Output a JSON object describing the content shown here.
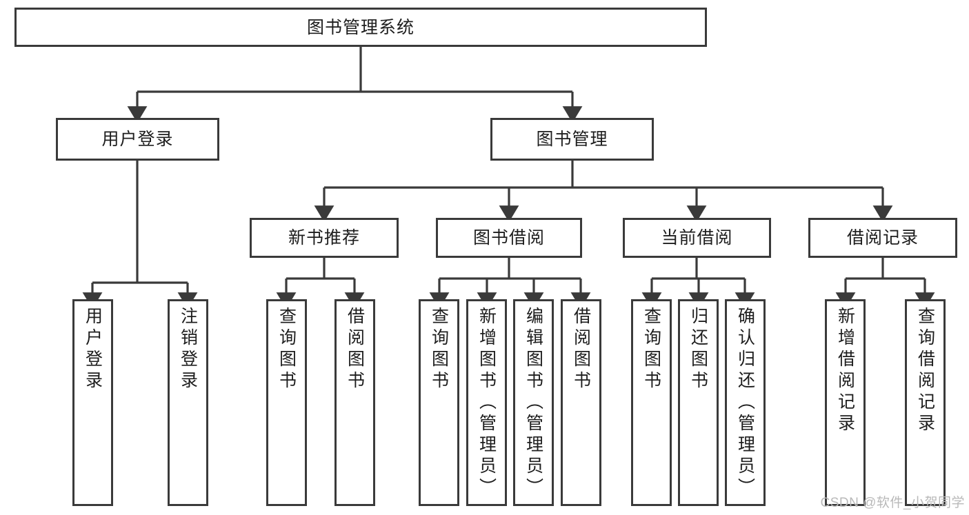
{
  "diagram": {
    "title": "图书管理系统",
    "type": "tree-hierarchy-diagram",
    "colors": {
      "box_border": "#3a3a3a",
      "box_fill": "#ffffff",
      "edge": "#3a3a3a",
      "text": "#1d1d1d",
      "watermark": "#b9b9b9",
      "background": "#ffffff"
    },
    "root": {
      "id": "root",
      "label": "图书管理系统"
    },
    "level2": [
      {
        "id": "n_user_login",
        "label": "用户登录"
      },
      {
        "id": "n_book_mgmt",
        "label": "图书管理"
      }
    ],
    "level3": [
      {
        "id": "n_new_book_rec",
        "label": "新书推荐",
        "parent": "n_book_mgmt"
      },
      {
        "id": "n_book_borrow",
        "label": "图书借阅",
        "parent": "n_book_mgmt"
      },
      {
        "id": "n_current_borrow",
        "label": "当前借阅",
        "parent": "n_book_mgmt"
      },
      {
        "id": "n_borrow_record",
        "label": "借阅记录",
        "parent": "n_book_mgmt"
      }
    ],
    "leaves": [
      {
        "id": "l_user_login",
        "label": "用户登录",
        "parent": "n_user_login"
      },
      {
        "id": "l_user_logout",
        "label": "注销登录",
        "parent": "n_user_login"
      },
      {
        "id": "l_rec_query",
        "label": "查询图书",
        "parent": "n_new_book_rec"
      },
      {
        "id": "l_rec_borrow",
        "label": "借阅图书",
        "parent": "n_new_book_rec"
      },
      {
        "id": "l_brw_query",
        "label": "查询图书",
        "parent": "n_book_borrow"
      },
      {
        "id": "l_brw_add",
        "label": "新增图书（管理员）",
        "parent": "n_book_borrow"
      },
      {
        "id": "l_brw_edit",
        "label": "编辑图书（管理员）",
        "parent": "n_book_borrow"
      },
      {
        "id": "l_brw_borrow",
        "label": "借阅图书",
        "parent": "n_book_borrow"
      },
      {
        "id": "l_cur_query",
        "label": "查询图书",
        "parent": "n_current_borrow"
      },
      {
        "id": "l_cur_return",
        "label": "归还图书",
        "parent": "n_current_borrow"
      },
      {
        "id": "l_cur_confirm",
        "label": "确认归还（管理员）",
        "parent": "n_current_borrow"
      },
      {
        "id": "l_rec_add",
        "label": "新增借阅记录",
        "parent": "n_borrow_record"
      },
      {
        "id": "l_rec_query2",
        "label": "查询借阅记录",
        "parent": "n_borrow_record"
      }
    ],
    "watermark": "CSDN @软件_小贺同学"
  }
}
